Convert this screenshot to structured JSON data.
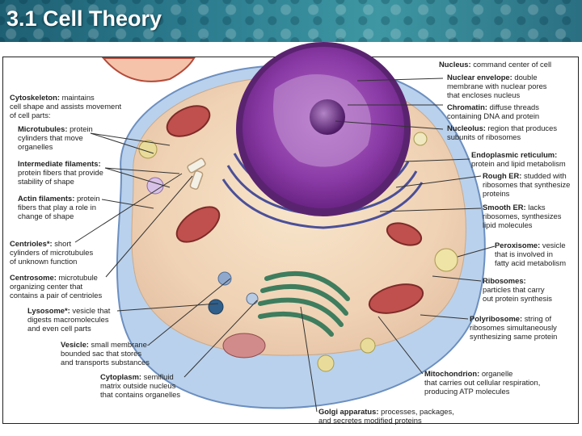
{
  "slide": {
    "title": "3.1 Cell Theory"
  },
  "labels": {
    "nucleus": {
      "term": "Nucleus:",
      "lines": [
        "command center of cell"
      ]
    },
    "nuclear_envelope": {
      "term": "Nuclear envelope:",
      "lines": [
        "double",
        "membrane with nuclear pores",
        "that encloses nucleus"
      ]
    },
    "chromatin": {
      "term": "Chromatin:",
      "lines": [
        "diffuse threads",
        "containing DNA and protein"
      ]
    },
    "nucleolus": {
      "term": "Nucleolus:",
      "lines": [
        "region that produces",
        "subunits of ribosomes"
      ]
    },
    "er": {
      "term": "Endoplasmic reticulum:",
      "lines": [
        "protein and lipid metabolism"
      ]
    },
    "rough_er": {
      "term": "Rough ER:",
      "lines": [
        "studded with",
        "ribosomes that synthesize",
        "proteins"
      ]
    },
    "smooth_er": {
      "term": "Smooth ER:",
      "lines": [
        "lacks",
        "ribosomes, synthesizes",
        "lipid molecules"
      ]
    },
    "peroxisome": {
      "term": "Peroxisome:",
      "lines": [
        "vesicle",
        "that is involved in",
        "fatty acid metabolism"
      ]
    },
    "ribosomes": {
      "term": "Ribosomes:",
      "lines": [
        "",
        "particles that carry",
        "out protein synthesis"
      ]
    },
    "polyribosome": {
      "term": "Polyribosome:",
      "lines": [
        "string of",
        "ribosomes simultaneously",
        "synthesizing same protein"
      ]
    },
    "mitochondrion": {
      "term": "Mitochondrion:",
      "lines": [
        "organelle",
        "that carries out cellular respiration,",
        "producing ATP molecules"
      ]
    },
    "golgi": {
      "term": "Golgi apparatus:",
      "lines": [
        "processes, packages,",
        "and secretes modified proteins"
      ]
    },
    "cytoskeleton": {
      "term": "Cytoskeleton:",
      "lines": [
        "maintains",
        "cell shape and assists movement",
        "of cell parts:"
      ]
    },
    "microtubules": {
      "term": "Microtubules:",
      "lines": [
        "protein",
        "cylinders that move",
        "organelles"
      ]
    },
    "intermediate": {
      "term": "Intermediate filaments:",
      "lines": [
        "",
        "protein fibers that provide",
        "stability of shape"
      ]
    },
    "actin": {
      "term": "Actin filaments:",
      "lines": [
        "protein",
        "fibers that play a role in",
        "change of shape"
      ]
    },
    "centrioles": {
      "term": "Centrioles*:",
      "lines": [
        "short",
        "cylinders of microtubules",
        "of unknown function"
      ]
    },
    "centrosome": {
      "term": "Centrosome:",
      "lines": [
        "microtubule",
        "organizing center that",
        "contains a pair of centrioles"
      ]
    },
    "lysosome": {
      "term": "Lysosome*:",
      "lines": [
        "vesicle that",
        "digests macromolecules",
        "and even cell parts"
      ]
    },
    "vesicle": {
      "term": "Vesicle:",
      "lines": [
        "small membrane-",
        "bounded sac that stores",
        "and transports substances"
      ]
    },
    "cytoplasm": {
      "term": "Cytoplasm:",
      "lines": [
        "semifluid",
        "matrix outside nucleus",
        "that contains organelles"
      ]
    }
  },
  "colors": {
    "header": "#2c7d8f",
    "nucleus": "#8e3fa6",
    "cytoplasm": "#f3dcc0",
    "membrane": "#9dbde0",
    "mitochondria": "#c0504d",
    "golgi": "#3e7d5e",
    "er": "#4a4f99"
  }
}
